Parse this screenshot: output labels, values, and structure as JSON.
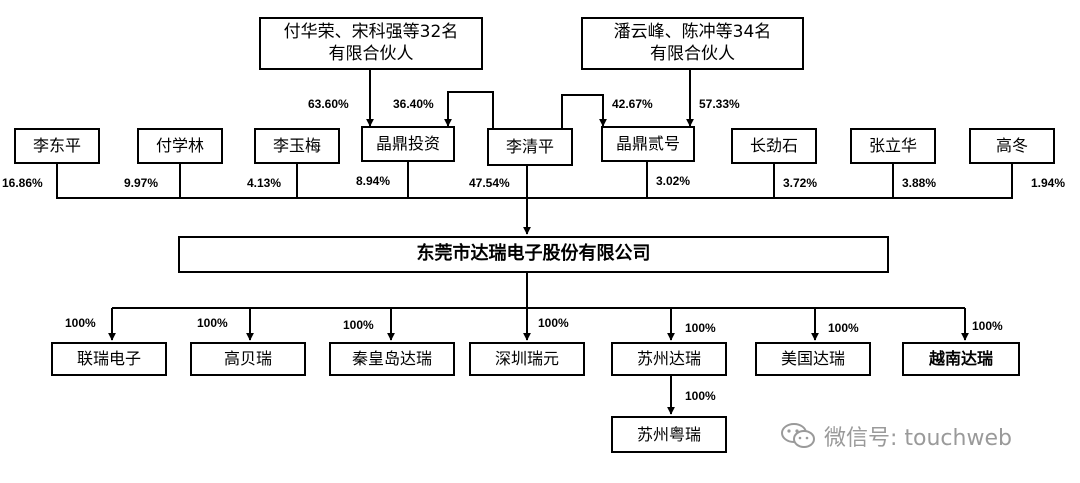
{
  "partnerships": {
    "left_group": [
      "付华荣、宋科强等32名",
      "有限合伙人"
    ],
    "right_group": [
      "潘云峰、陈冲等34名",
      "有限合伙人"
    ]
  },
  "shareholders": {
    "li_dongping": "李东平",
    "fu_xuelin": "付学林",
    "li_yumei": "李玉梅",
    "jingding_touzi": "晶鼎投资",
    "li_qingping": "李清平",
    "jingding_erhao": "晶鼎贰号",
    "changjinshi": "长劲石",
    "zhang_lihua": "张立华",
    "gao_dong": "高冬"
  },
  "company": "东莞市达瑞电子股份有限公司",
  "subsidiaries": {
    "lianrui": "联瑞电子",
    "gaobei": "高贝瑞",
    "qinhuangdao": "秦皇岛达瑞",
    "shenzhen": "深圳瑞元",
    "suzhou": "苏州达瑞",
    "usa": "美国达瑞",
    "vietnam": "越南达瑞",
    "suzhou_yue": "苏州粤瑞"
  },
  "percentages": {
    "left_group_to_jingding_touzi": "63.60%",
    "li_qingping_to_jingding_touzi": "36.40%",
    "li_qingping_to_jingding_erhao": "42.67%",
    "right_group_to_jingding_erhao": "57.33%",
    "li_dongping": "16.86%",
    "fu_xuelin": "9.97%",
    "li_yumei": "4.13%",
    "jingding_touzi": "8.94%",
    "li_qingping": "47.54%",
    "jingding_erhao": "3.02%",
    "changjinshi": "3.72%",
    "zhang_lihua": "3.88%",
    "gao_dong": "1.94%",
    "lianrui": "100%",
    "gaobei": "100%",
    "qinhuangdao": "100%",
    "shenzhen": "100%",
    "suzhou": "100%",
    "usa": "100%",
    "vietnam": "100%",
    "suzhou_yue": "100%"
  },
  "watermark": {
    "icon": "wechat-icon",
    "text": "微信号: touchweb"
  },
  "colors": {
    "line": "#000000",
    "watermark": "#9a9a9a"
  }
}
